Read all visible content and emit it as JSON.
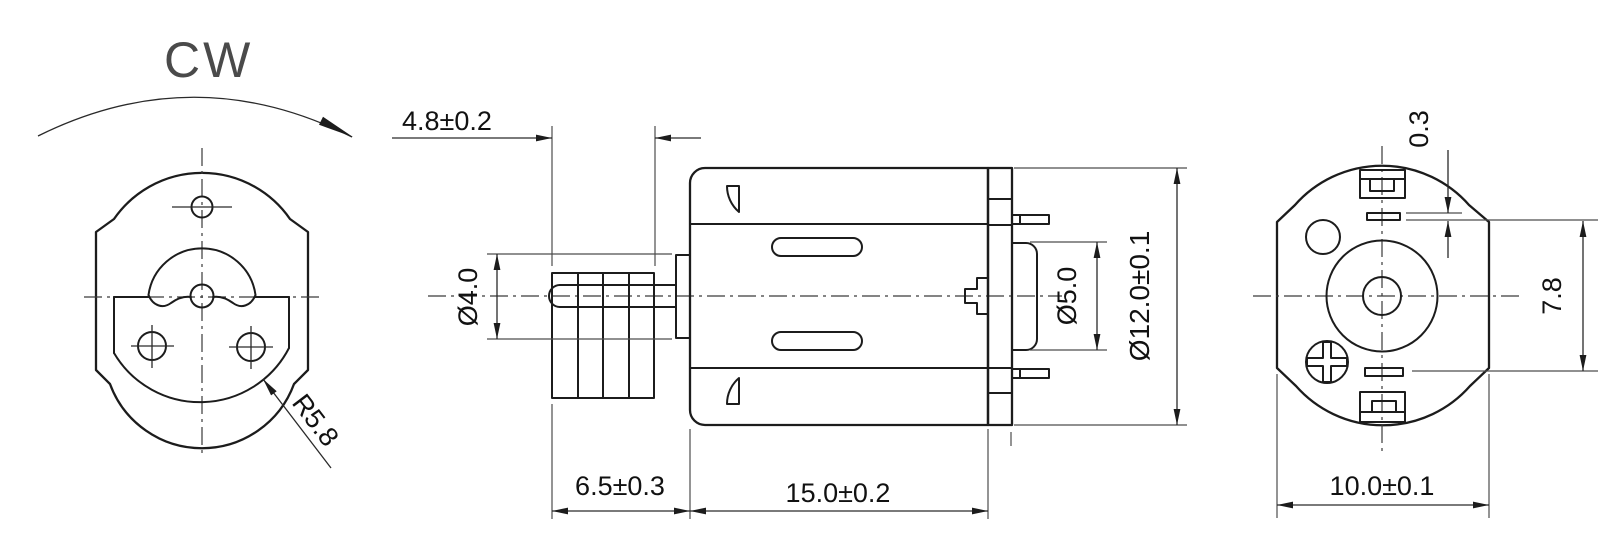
{
  "drawing": {
    "rotation_label": "CW",
    "front_view": {
      "radius_label": "R5.8"
    },
    "side_view": {
      "weight_width_label": "4.8±0.2",
      "bushing_dia_label": "Ø4.0",
      "weight_length_label": "6.5±0.3",
      "body_length_label": "15.0±0.2",
      "rear_boss_dia_label": "Ø5.0",
      "body_dia_label": "Ø12.0±0.1"
    },
    "back_view": {
      "terminal_thickness_label": "0.3",
      "terminal_pitch_label": "7.8",
      "flat_width_label": "10.0±0.1"
    },
    "colors": {
      "line": "#1c1c1c",
      "thin_line": "#4d4d4d",
      "background": "#ffffff"
    }
  }
}
